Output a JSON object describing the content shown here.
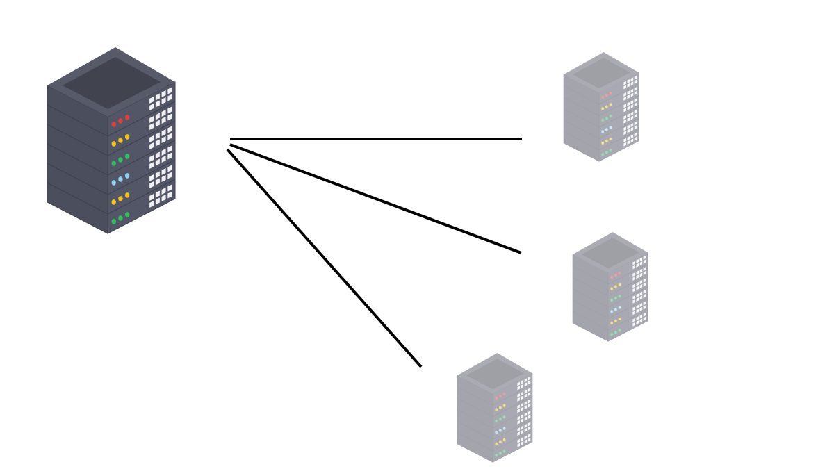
{
  "colors": {
    "link": "#000000",
    "server_top_inner": "#41444f",
    "server_top_rim": "#575a69",
    "server_left_face": "#4b4e5c",
    "server_right_face": "#535667",
    "vent": "#f1f1f3"
  },
  "server_led_rows": [
    "#e0403a",
    "#f2c11a",
    "#2fbf5f",
    "#8fd3f4",
    "#f2c11a",
    "#2fbf5f"
  ],
  "nodes": [
    {
      "id": "primary-server",
      "state": "active"
    },
    {
      "id": "replica-server-1",
      "state": "inactive"
    },
    {
      "id": "replica-server-2",
      "state": "inactive"
    },
    {
      "id": "replica-server-3",
      "state": "inactive"
    }
  ],
  "links": [
    {
      "from": "primary-server",
      "to": "replica-server-1"
    },
    {
      "from": "primary-server",
      "to": "replica-server-2"
    },
    {
      "from": "primary-server",
      "to": "replica-server-3"
    }
  ]
}
